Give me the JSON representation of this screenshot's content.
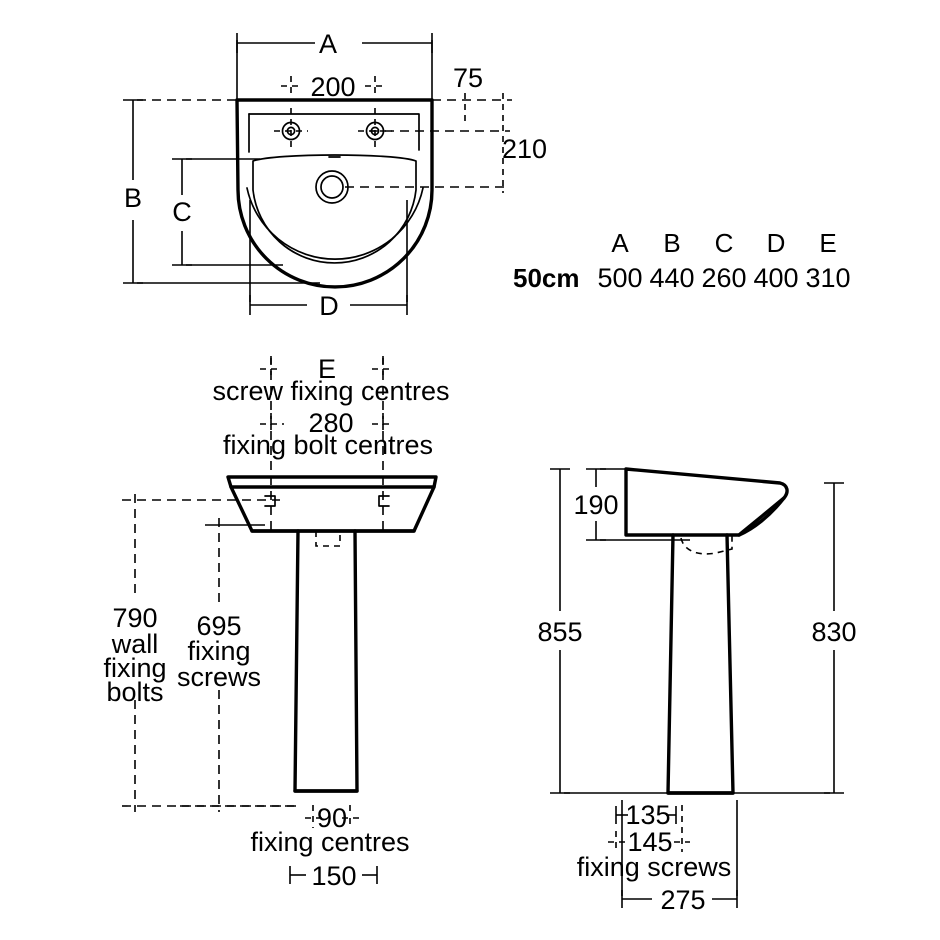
{
  "drawing": {
    "title_visible": false,
    "ink_color": "#000000",
    "background_color": "#ffffff",
    "views": {
      "plan": "top-view-basin",
      "front": "front-view-pedestal-basin",
      "side": "side-view-pedestal-basin"
    }
  },
  "plan_view": {
    "letter_dims": {
      "A": "A",
      "B": "B",
      "C": "C",
      "D": "D"
    },
    "numeric_dims": {
      "tap_centres": "200",
      "back_offset": "75",
      "waste_height": "210"
    }
  },
  "dim_table": {
    "size_label": "50cm",
    "columns": [
      "A",
      "B",
      "C",
      "D",
      "E"
    ],
    "values": [
      "500",
      "440",
      "260",
      "400",
      "310"
    ]
  },
  "front_view": {
    "screw_fixing_letter": "E",
    "screw_fixing_note": "screw fixing centres",
    "bolt_centres_value": "280",
    "bolt_centres_note": "fixing bolt centres",
    "wall_bolts_value": "790",
    "wall_bolts_note_line1": "wall",
    "wall_bolts_note_line2": "fixing",
    "wall_bolts_note_line3": "bolts",
    "fixing_screws_value": "695",
    "fixing_screws_note_line1": "fixing",
    "fixing_screws_note_line2": "screws",
    "base_centres_value": "90",
    "base_centres_note": "fixing centres",
    "base_width_value": "150"
  },
  "side_view": {
    "basin_depth_value": "190",
    "total_height_value": "855",
    "rim_height_value": "830",
    "screw_front_value": "135",
    "screw_centres_value": "145",
    "screw_centres_note": "fixing screws",
    "base_depth_value": "275"
  },
  "chart_data": {
    "type": "table",
    "title": "",
    "categories": [
      "A",
      "B",
      "C",
      "D",
      "E"
    ],
    "series": [
      {
        "name": "50cm",
        "values": [
          500,
          440,
          260,
          400,
          310
        ]
      }
    ],
    "units": "mm",
    "other_dimensions": {
      "tap_hole_centres": 200,
      "back_offset": 75,
      "waste_from_back": 210,
      "screw_fixing_centres_letter": "E",
      "fixing_bolt_centres": 280,
      "wall_fixing_bolts_height": 790,
      "fixing_screws_height": 695,
      "pedestal_base_fixing_centres": 90,
      "pedestal_base_width": 150,
      "basin_depth_side": 190,
      "overall_height": 855,
      "rim_height": 830,
      "side_screw_front": 135,
      "side_screw_centres": 145,
      "pedestal_base_depth": 275
    }
  }
}
